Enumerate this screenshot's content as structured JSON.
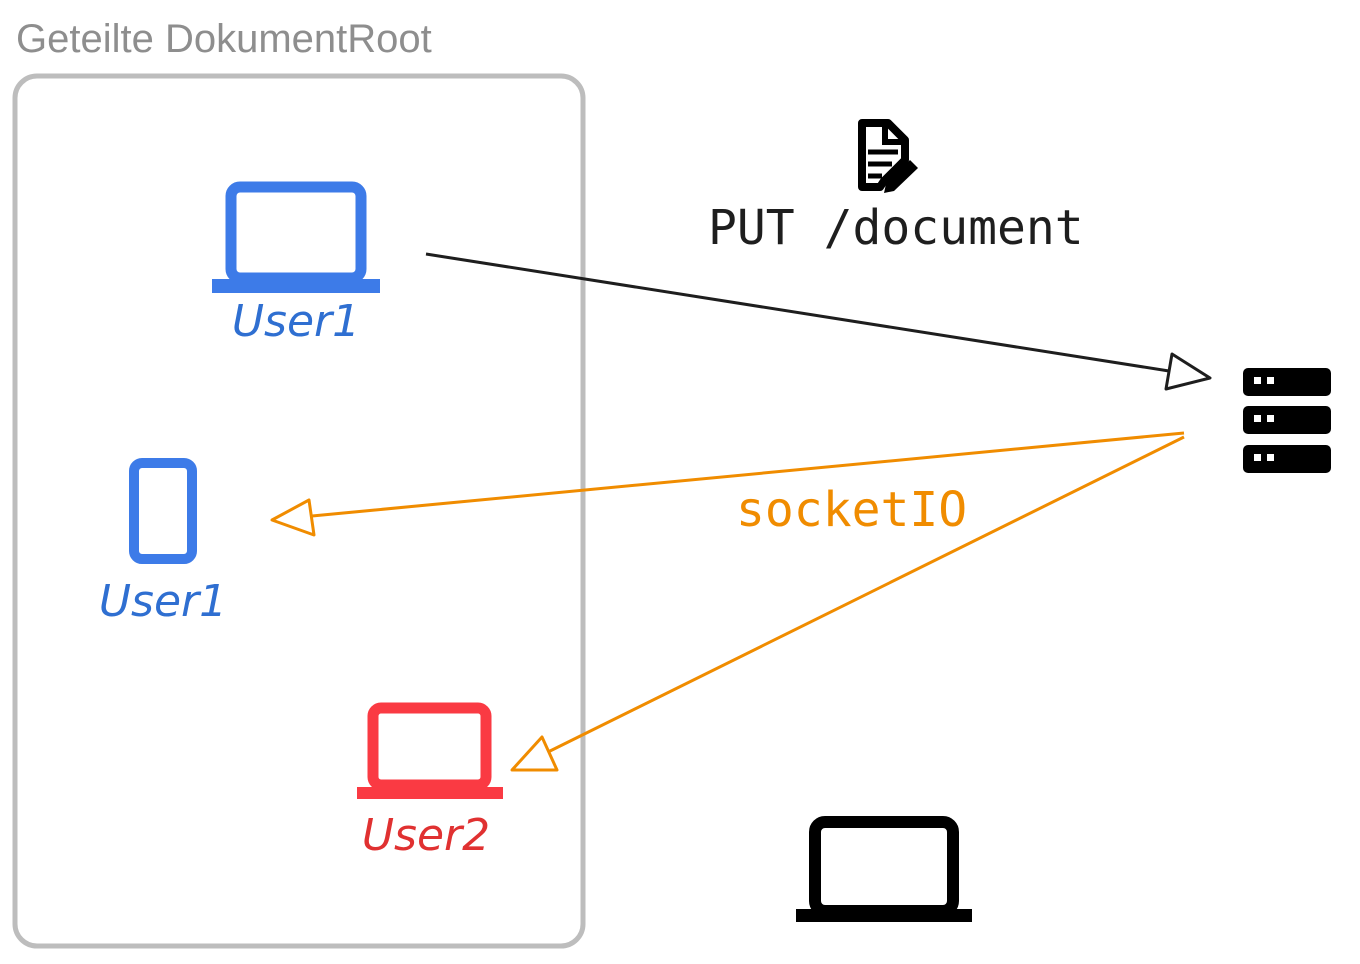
{
  "group": {
    "title": "Geteilte DokumentRoot",
    "border_color": "#bdbdbd",
    "title_color": "#8e8e8e"
  },
  "nodes": {
    "laptop_user1": {
      "icon": "laptop-icon",
      "label": "User1",
      "color": "#3d7be8",
      "label_color": "#2f6fd1"
    },
    "phone_user1": {
      "icon": "smartphone-icon",
      "label": "User1",
      "color": "#3d7be8",
      "label_color": "#2f6fd1"
    },
    "laptop_user2": {
      "icon": "laptop-icon",
      "label": "User2",
      "color": "#fa3a43",
      "label_color": "#e03131"
    },
    "server": {
      "icon": "server-icon",
      "color": "#000000"
    },
    "laptop_outside": {
      "icon": "laptop-icon",
      "color": "#000000"
    },
    "document": {
      "icon": "document-edit-icon",
      "color": "#000000"
    }
  },
  "edges": {
    "put_request": {
      "label": "PUT /document",
      "color": "#1e1e1e"
    },
    "socket": {
      "label": "socketIO",
      "color": "#f08c00"
    }
  }
}
